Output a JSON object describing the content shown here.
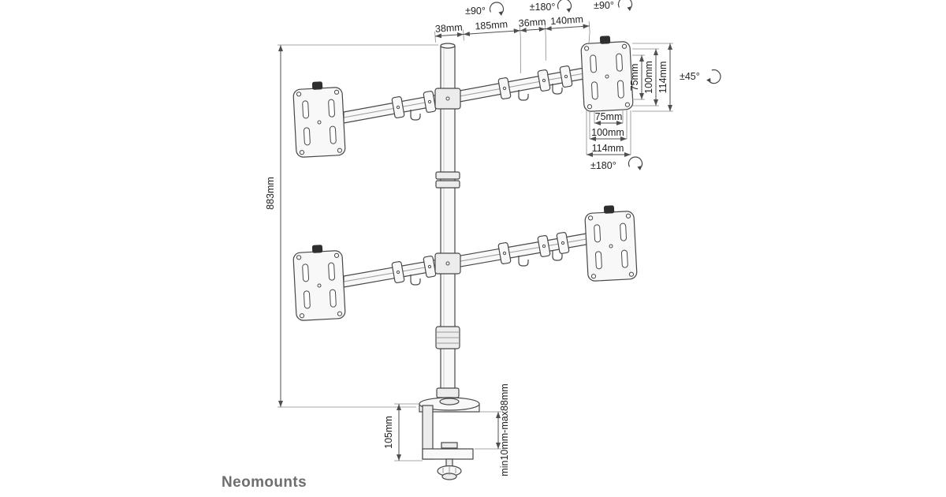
{
  "brand": {
    "name": "Neomounts"
  },
  "colors": {
    "line": "#474747",
    "text": "#222222",
    "brand": "#6e6e6e",
    "background": "#ffffff"
  },
  "annotations": {
    "rotation_top_left": "±90°",
    "rotation_top_center": "±180°",
    "rotation_top_right": "±90°",
    "width_pole": "38mm",
    "width_arm_inner": "185mm",
    "width_joint": "36mm",
    "width_arm_outer": "140mm",
    "vesa_side_75": "75mm",
    "vesa_side_100": "100mm",
    "vesa_side_114": "114mm",
    "tilt_range": "±45°",
    "vesa_bottom_75": "75mm",
    "vesa_bottom_100": "100mm",
    "vesa_bottom_114": "114mm",
    "swivel_plate": "±180°",
    "total_height": "883mm",
    "clamp_height": "105mm",
    "desk_thickness_range": "min10mm-max88mm"
  }
}
